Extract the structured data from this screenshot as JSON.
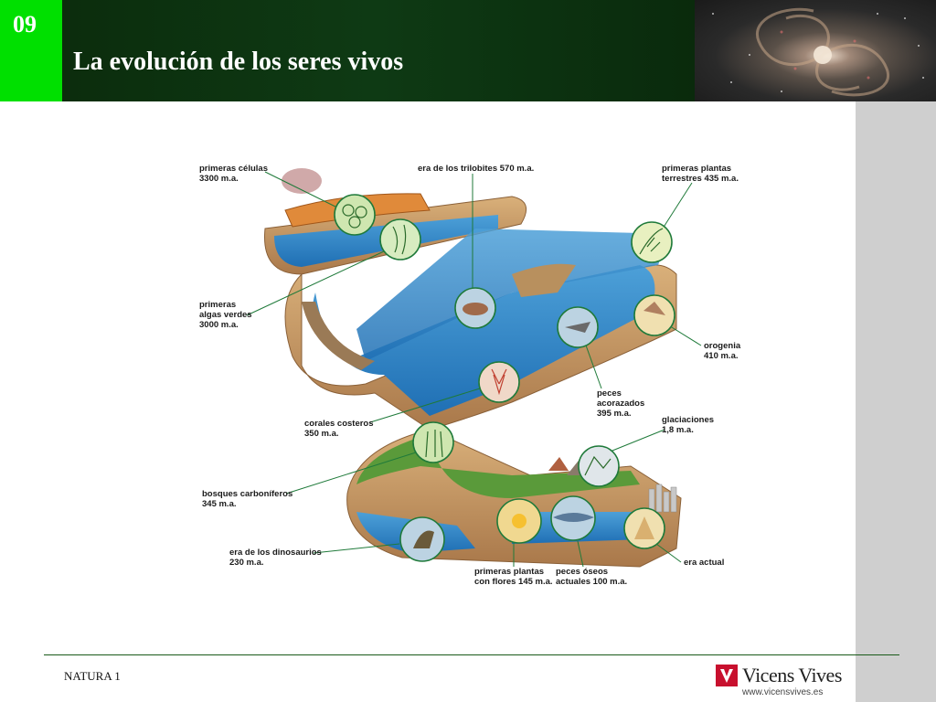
{
  "header": {
    "chapter_number": "09",
    "title": "La evolución de los seres vivos"
  },
  "diagram": {
    "labels": {
      "primeras_celulas": "primeras células\n3300 m.a.",
      "trilobites": "era de los trilobites 570 m.a.",
      "plantas_terrestres": "primeras plantas\nterrestres 435 m.a.",
      "algas_verdes": "primeras\nalgas verdes\n3000 m.a.",
      "orogenia": "orogenia\n410 m.a.",
      "peces_acorazados": "peces\nacorazados\n395 m.a.",
      "corales": "corales costeros\n350 m.a.",
      "glaciaciones": "glaciaciones\n1,8 m.a.",
      "bosques": "bosques carboníferos\n345 m.a.",
      "dinosaurios": "era de los dinosaurios\n230 m.a.",
      "plantas_flores": "primeras plantas\ncon flores 145 m.a.",
      "peces_oseos": "peces óseos\nactuales 100 m.a.",
      "era_actual": "era actual"
    }
  },
  "footer": {
    "left_text": "NATURA 1",
    "brand": "Vicens Vives",
    "url": "www.vicensvives.es"
  },
  "colors": {
    "header_dark_green": "#0e3a14",
    "chapter_green": "#00e000",
    "footer_line": "#1a5a1a",
    "logo_red": "#c8102e",
    "callout_line": "#1f7a3a"
  }
}
